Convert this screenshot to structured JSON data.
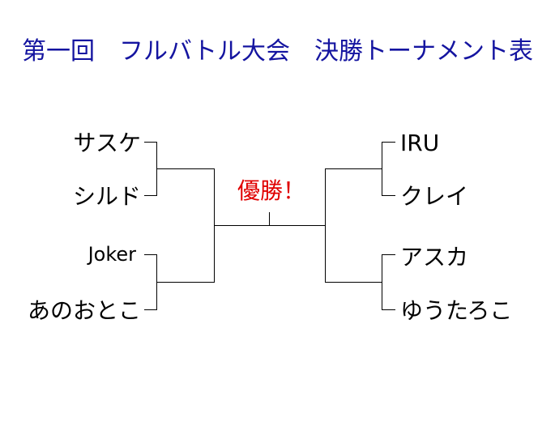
{
  "title": "第一回　フルバトル大会　決勝トーナメント表",
  "champion_label": "優勝！",
  "players": {
    "left": [
      "サスケ",
      "シルド",
      "Joker",
      "あのおとこ"
    ],
    "right": [
      "IRU",
      "クレイ",
      "アスカ",
      "ゆうたろこ"
    ]
  },
  "colors": {
    "title": "#1414a0",
    "champion": "#e00000",
    "lines": "#000000"
  }
}
